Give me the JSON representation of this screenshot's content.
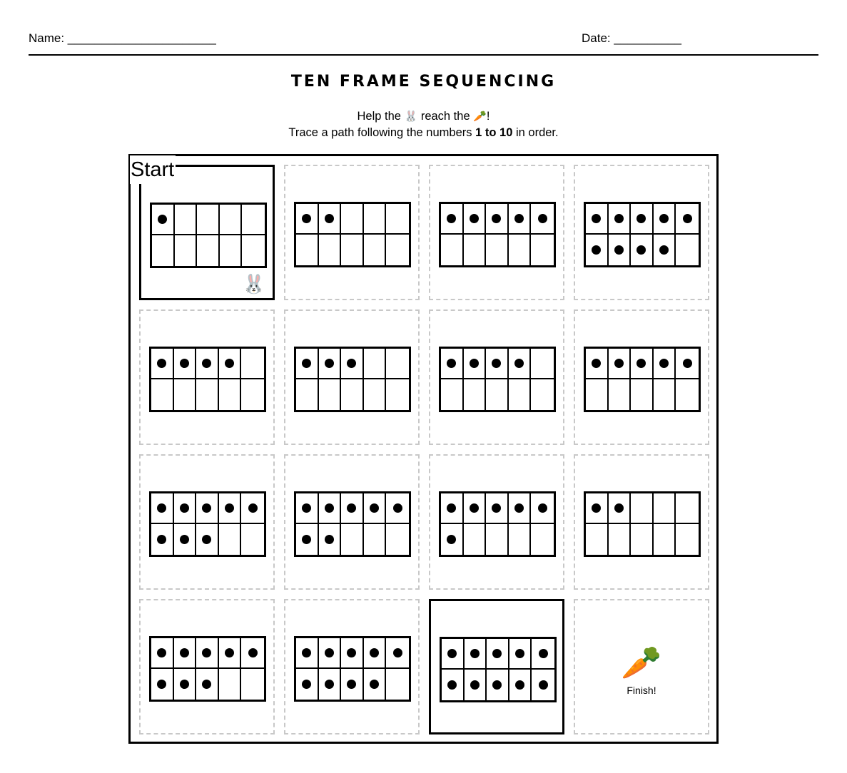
{
  "header": {
    "name_label": "Name: ______________________",
    "date_label": "Date: __________"
  },
  "title": "TEN FRAME SEQUENCING",
  "instructions": {
    "line1_prefix": "Help the",
    "line1_mid": "reach the",
    "line1_suffix": "!",
    "bunny_icon": "🐰",
    "carrot_icon": "🥕",
    "line2_prefix": "Trace a path following the numbers",
    "line2_bold": "1 to 10",
    "line2_suffix": "in order."
  },
  "maze": {
    "start_label": "Start",
    "finish_label": "Finish!",
    "start_icon": "🐰",
    "finish_icon": "🥕",
    "grid": [
      [
        1,
        2,
        5,
        9
      ],
      [
        4,
        3,
        4,
        5
      ],
      [
        8,
        7,
        6,
        2
      ],
      [
        8,
        9,
        10,
        "finish"
      ]
    ],
    "highlighted_cells": [
      "r0c0",
      "r3c2"
    ]
  }
}
